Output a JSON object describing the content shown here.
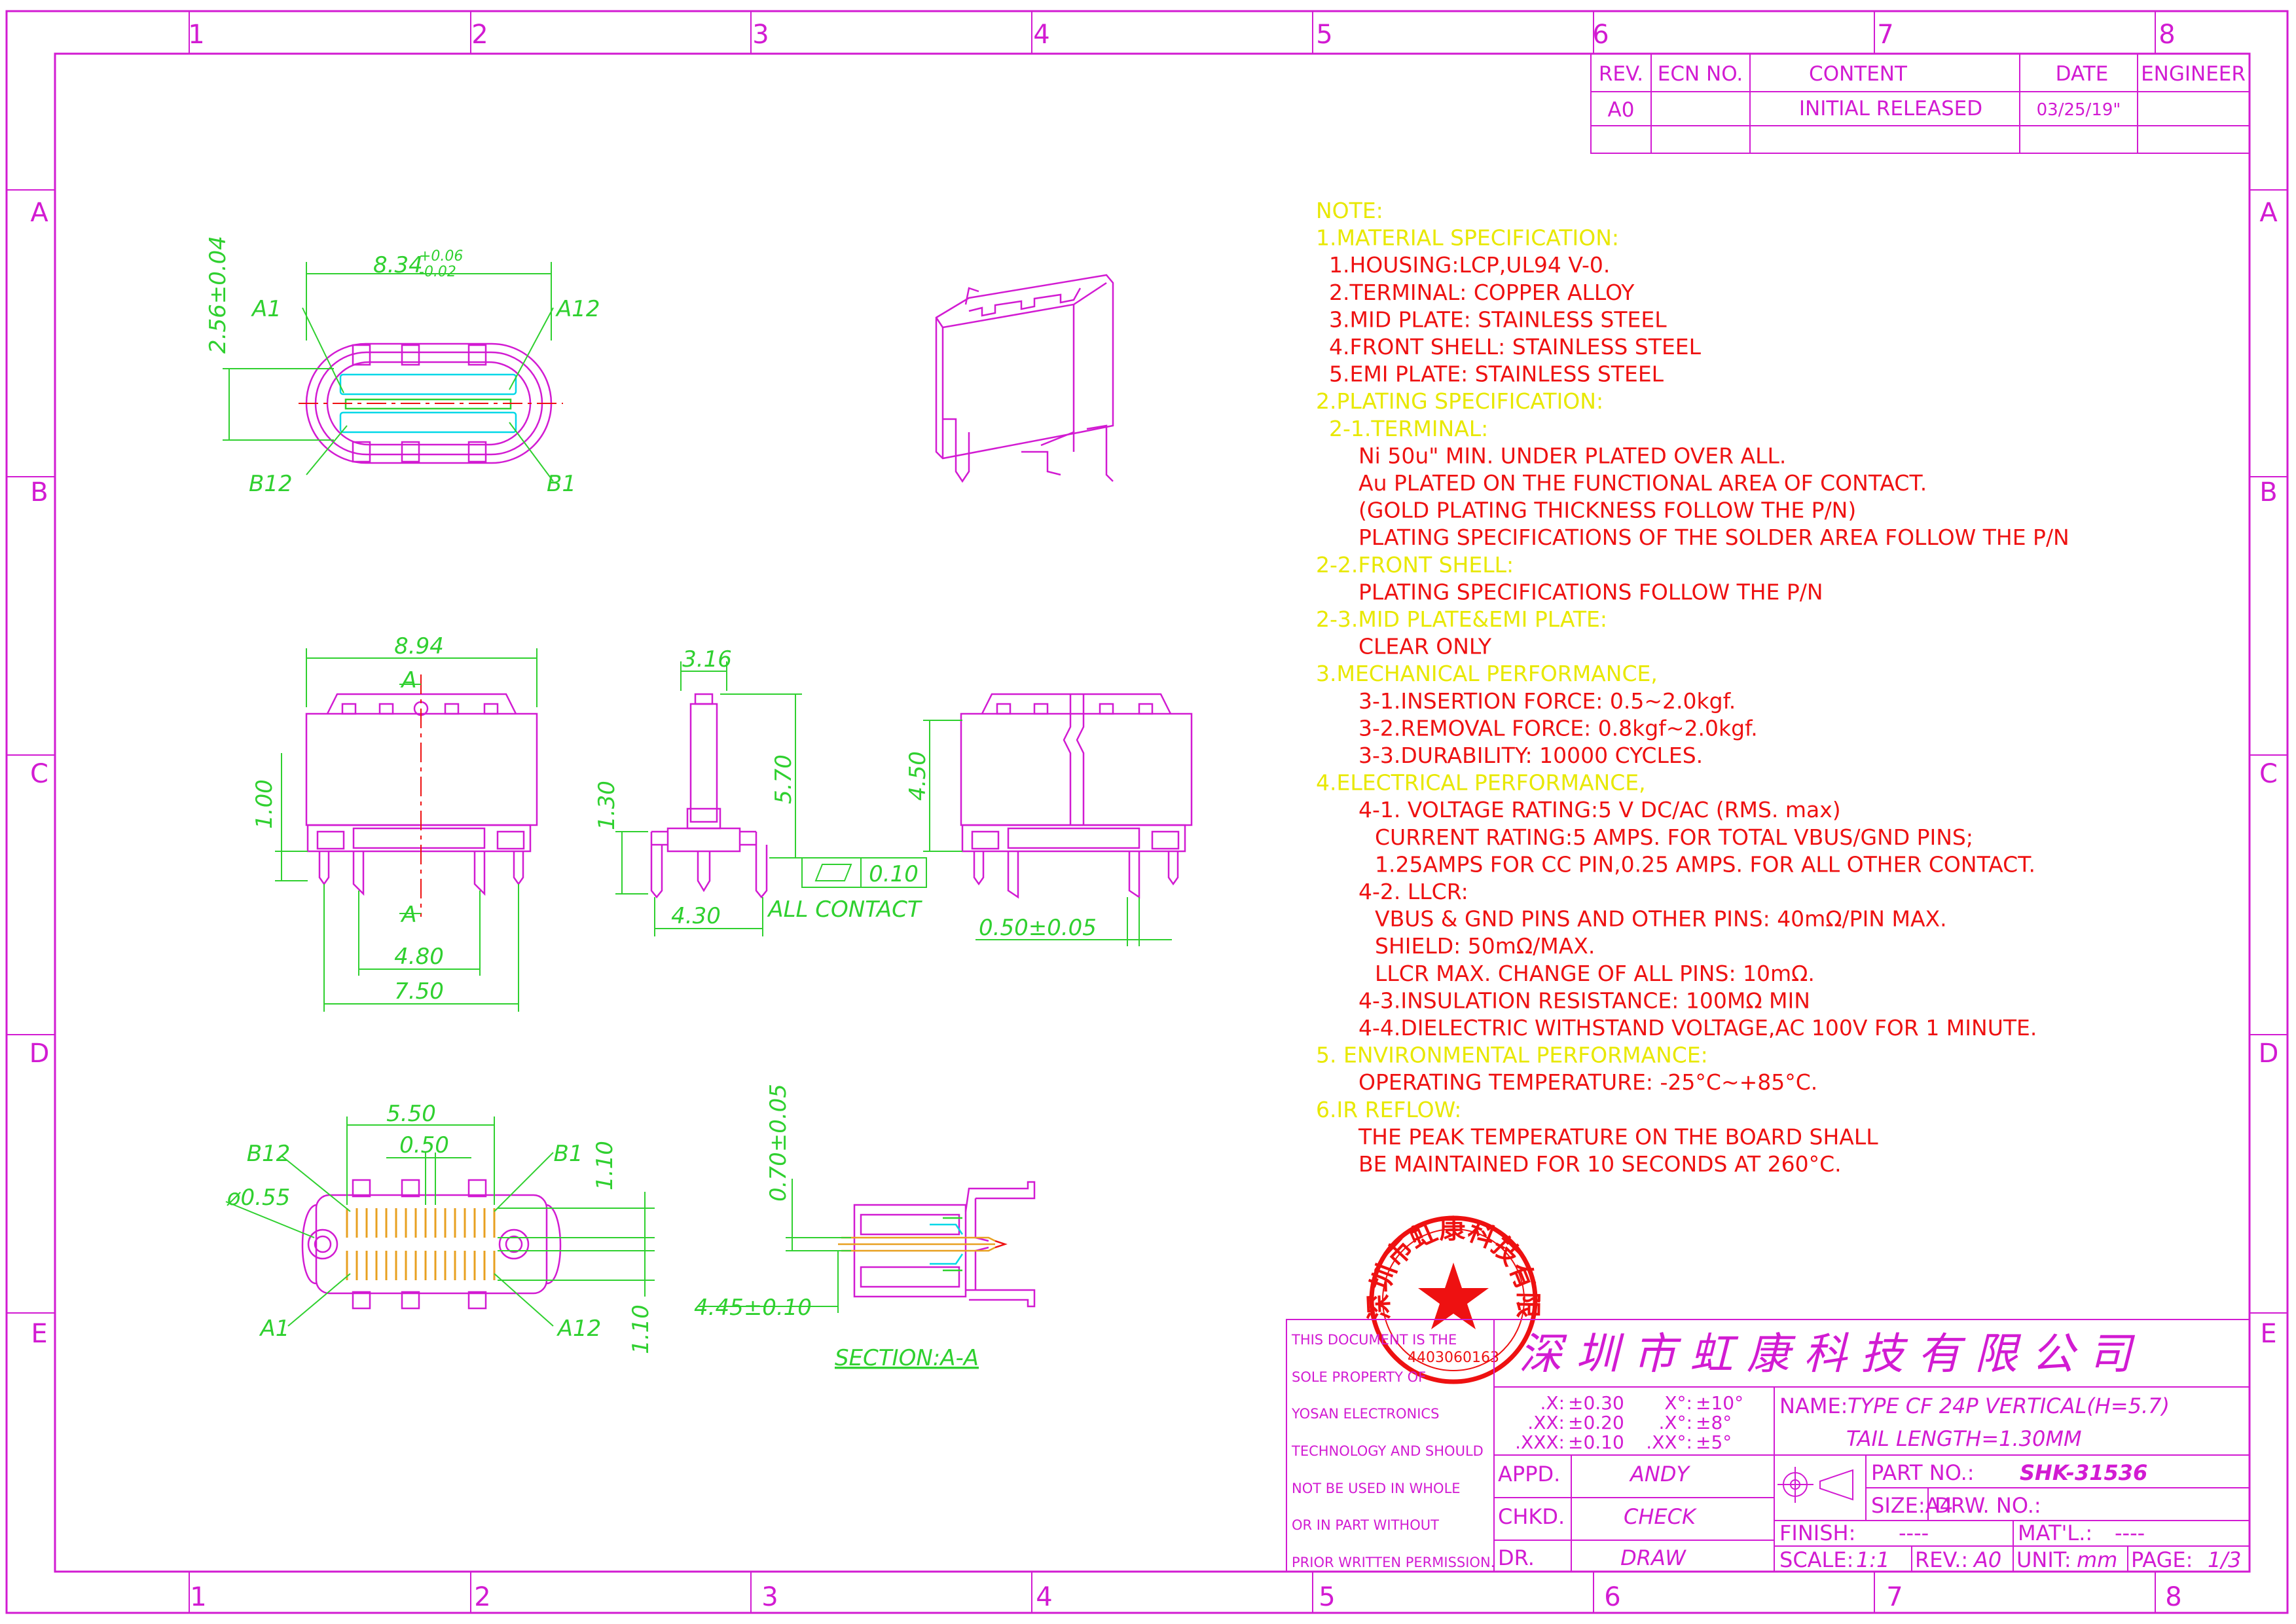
{
  "border": {
    "cols_top": [
      "1",
      "2",
      "3",
      "4",
      "5",
      "6",
      "7",
      "8"
    ],
    "cols_bottom": [
      "1",
      "2",
      "3",
      "4",
      "5",
      "6",
      "7",
      "8"
    ],
    "rows": [
      "A",
      "B",
      "C",
      "D",
      "E"
    ]
  },
  "revision_table": {
    "headers": [
      "REV.",
      "ECN NO.",
      "CONTENT",
      "DATE",
      "ENGINEER"
    ],
    "row": {
      "rev": "A0",
      "ecn": "",
      "content": "INITIAL RELEASED",
      "date": "03/25/19\"",
      "engineer": ""
    }
  },
  "dimensions": {
    "top_width": "8.34",
    "top_tol_upper": "+0.06",
    "top_tol_lower": "-0.02",
    "top_height": "2.56±0.04",
    "front_width": "8.94",
    "front_pitch": "4.80",
    "front_span": "7.50",
    "front_step": "1.00",
    "side_width": "3.16",
    "side_height": "5.70",
    "side_tail": "1.30",
    "side_base": "4.30",
    "flatness_value": "0.10",
    "flatness_note": "ALL CONTACT",
    "rear_height": "4.50",
    "rear_offset": "0.50±0.05",
    "bottom_width": "5.50",
    "bottom_pitch": "0.50",
    "bottom_hole": "ø0.55",
    "bottom_row1": "1.10",
    "bottom_row2": "1.10",
    "section_height": "0.70±0.05",
    "section_depth": "4.45±0.10",
    "section_label": "SECTION:A-A"
  },
  "pin_labels": {
    "top_a1": "A1",
    "top_a12": "A12",
    "top_b12": "B12",
    "top_b1": "B1",
    "bottom_b12": "B12",
    "bottom_b1": "B1",
    "bottom_a1": "A1",
    "bottom_a12": "A12",
    "section_a_top": "A",
    "section_a_bottom": "A"
  },
  "notes": [
    {
      "text": "NOTE:",
      "color": "yellow",
      "indent": 0
    },
    {
      "text": "1.MATERIAL SPECIFICATION:",
      "color": "yellow",
      "indent": 0
    },
    {
      "text": "1.HOUSING:LCP,UL94 V-0.",
      "color": "red",
      "indent": 1
    },
    {
      "text": "2.TERMINAL: COPPER ALLOY",
      "color": "red",
      "indent": 1
    },
    {
      "text": "3.MID PLATE: STAINLESS STEEL",
      "color": "red",
      "indent": 1
    },
    {
      "text": "4.FRONT SHELL: STAINLESS STEEL",
      "color": "red",
      "indent": 1
    },
    {
      "text": "5.EMI PLATE: STAINLESS STEEL",
      "color": "red",
      "indent": 1
    },
    {
      "text": "2.PLATING SPECIFICATION:",
      "color": "yellow",
      "indent": 0
    },
    {
      "text": "2-1.TERMINAL:",
      "color": "yellow",
      "indent": 1
    },
    {
      "text": "Ni 50u\" MIN. UNDER PLATED OVER ALL.",
      "color": "red",
      "indent": 2
    },
    {
      "text": "Au PLATED ON THE FUNCTIONAL AREA OF CONTACT.",
      "color": "red",
      "indent": 2
    },
    {
      "text": "(GOLD PLATING THICKNESS FOLLOW THE P/N)",
      "color": "red",
      "indent": 2
    },
    {
      "text": "PLATING SPECIFICATIONS OF THE SOLDER AREA FOLLOW THE P/N",
      "color": "red",
      "indent": 2
    },
    {
      "text": "2-2.FRONT SHELL:",
      "color": "yellow",
      "indent": 0
    },
    {
      "text": "PLATING SPECIFICATIONS FOLLOW THE P/N",
      "color": "red",
      "indent": 2
    },
    {
      "text": "2-3.MID PLATE&EMI PLATE:",
      "color": "yellow",
      "indent": 0
    },
    {
      "text": "CLEAR ONLY",
      "color": "red",
      "indent": 2
    },
    {
      "text": "3.MECHANICAL PERFORMANCE,",
      "color": "yellow",
      "indent": 0
    },
    {
      "text": "3-1.INSERTION FORCE: 0.5~2.0kgf.",
      "color": "red",
      "indent": 2
    },
    {
      "text": "3-2.REMOVAL FORCE: 0.8kgf~2.0kgf.",
      "color": "red",
      "indent": 2
    },
    {
      "text": "3-3.DURABILITY: 10000 CYCLES.",
      "color": "red",
      "indent": 2
    },
    {
      "text": "4.ELECTRICAL PERFORMANCE,",
      "color": "yellow",
      "indent": 0
    },
    {
      "text": "4-1. VOLTAGE RATING:5 V DC/AC (RMS. max)",
      "color": "red",
      "indent": 2
    },
    {
      "text": "CURRENT RATING:5 AMPS. FOR TOTAL VBUS/GND PINS;",
      "color": "red",
      "indent": 3
    },
    {
      "text": "1.25AMPS FOR CC PIN,0.25 AMPS. FOR ALL OTHER  CONTACT.",
      "color": "red",
      "indent": 3
    },
    {
      "text": "4-2. LLCR:",
      "color": "red",
      "indent": 2
    },
    {
      "text": "VBUS & GND PINS AND OTHER PINS: 40mΩ/PIN MAX.",
      "color": "red",
      "indent": 3
    },
    {
      "text": "SHIELD: 50mΩ/MAX.",
      "color": "red",
      "indent": 3
    },
    {
      "text": "LLCR MAX. CHANGE OF ALL PINS: 10mΩ.",
      "color": "red",
      "indent": 3
    },
    {
      "text": "4-3.INSULATION RESISTANCE: 100MΩ  MIN",
      "color": "red",
      "indent": 2
    },
    {
      "text": "4-4.DIELECTRIC WITHSTAND VOLTAGE,AC 100V FOR 1 MINUTE.",
      "color": "red",
      "indent": 2
    },
    {
      "text": "5. ENVIRONMENTAL PERFORMANCE:",
      "color": "yellow",
      "indent": 0
    },
    {
      "text": "OPERATING TEMPERATURE: -25°C~+85°C.",
      "color": "red",
      "indent": 2
    },
    {
      "text": "6.IR REFLOW:",
      "color": "yellow",
      "indent": 0
    },
    {
      "text": "THE PEAK TEMPERATURE ON THE BOARD SHALL",
      "color": "red",
      "indent": 2
    },
    {
      "text": "BE MAINTAINED FOR 10 SECONDS AT 260°C.",
      "color": "red",
      "indent": 2
    }
  ],
  "stamp": {
    "ring_text": "深圳市虹康科技有限公司",
    "number": "4403060163"
  },
  "title_block": {
    "company": "深 圳 市 虹 康 科 技 有 限 公 司",
    "disclaimer": [
      "THIS DOCUMENT IS THE",
      "SOLE PROPERTY OF",
      "YOSAN ELECTRONICS",
      "TECHNOLOGY AND SHOULD",
      "NOT BE USED IN WHOLE",
      "OR IN PART WITHOUT",
      "PRIOR WRITTEN PERMISSION."
    ],
    "tolerances": [
      {
        "lin_label": ".X:",
        "lin_value": "±0.30",
        "ang_label": "X°:",
        "ang_value": "±10°"
      },
      {
        "lin_label": ".XX:",
        "lin_value": "±0.20",
        "ang_label": ".X°:",
        "ang_value": "±8°"
      },
      {
        "lin_label": ".XXX:",
        "lin_value": "±0.10",
        "ang_label": ".XX°:",
        "ang_value": "±5°"
      }
    ],
    "name_label": "NAME:",
    "name_value": "TYPE CF 24P VERTICAL(H=5.7)",
    "name_value2": "TAIL LENGTH=1.30MM",
    "appd_label": "APPD.",
    "appd_value": "ANDY",
    "chkd_label": "CHKD.",
    "chkd_value": "CHECK",
    "dr_label": "DR.",
    "dr_value": "DRAW",
    "part_label": "PART NO.:",
    "part_value": "SHK-31536",
    "size_label": "SIZE:A4",
    "drw_label": "DRW. NO.:",
    "finish_label": "FINISH:",
    "finish_value": "----",
    "mat_label": "MAT'L.:",
    "mat_value": "----",
    "scale_label": "SCALE:",
    "scale_value": "1:1",
    "rev_label": "REV.:",
    "rev_value": "A0",
    "unit_label": "UNIT:",
    "unit_value": "mm",
    "page_label": "PAGE:",
    "page_value": "1/3"
  },
  "colors": {
    "frame": "#d21bd2",
    "dimension": "#2fd02f",
    "note_red": "#ee1111",
    "note_yellow": "#e8e800",
    "cyan": "#00d8e8"
  }
}
